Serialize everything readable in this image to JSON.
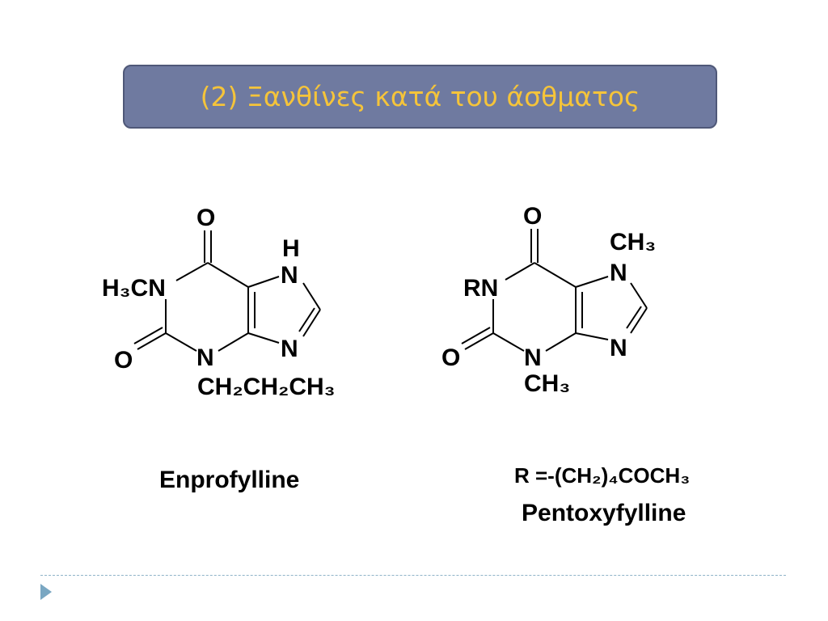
{
  "title": "(2) Ξανθίνες κατά του άσθματος",
  "enprofylline": {
    "atoms": {
      "o_top": "O",
      "h": "H",
      "n7": "N",
      "n1": "H₃CN",
      "o_left": "O",
      "n3": "N",
      "n9": "N",
      "propyl": "CH₂CH₂CH₃"
    },
    "name": "Enprofylline"
  },
  "pentoxyfylline": {
    "atoms": {
      "o_top": "O",
      "ch3_top": "CH₃",
      "n7": "N",
      "n1": "RN",
      "o_left": "O",
      "n3": "N",
      "n9": "N",
      "ch3_bottom": "CH₃"
    },
    "r_group": "R =-(CH₂)₄COCH₃",
    "name": "Pentoxyfylline"
  },
  "colors": {
    "title_bg": "#6f7aa0",
    "title_text": "#f5c43a",
    "footer_accent": "#7aa7c2"
  },
  "icons": [
    "triangle-bullet-icon"
  ]
}
